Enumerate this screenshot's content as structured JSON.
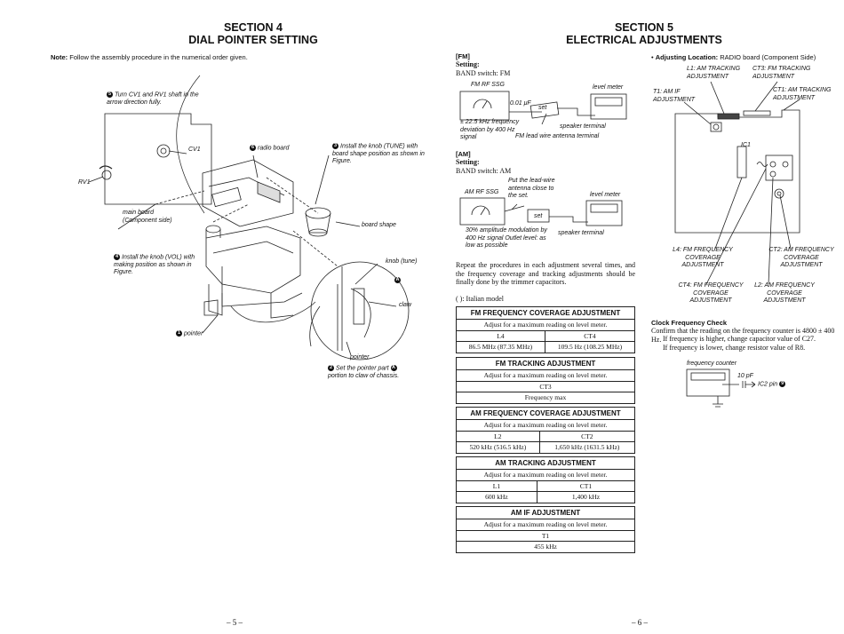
{
  "left": {
    "section": "SECTION  4",
    "title": "DIAL  POINTER  SETTING",
    "note_label": "Note:",
    "note_text": "Follow the assembly procedure in the numerical order given.",
    "callouts": {
      "step5_num": "5",
      "step5": "Turn CV1 and RV1 shaft in the arrow direction fully.",
      "cv1": "CV1",
      "rv1": "RV1",
      "step6_num": "6",
      "radio_board": "radio board",
      "step3_num": "3",
      "step3": "Install the knob (TUNE) with board shape position as shown in Figure.",
      "main_board": "main board (Component side)",
      "board_shape": "board shape",
      "step4_num": "4",
      "step4": "Install the knob (VOL) with making position as shown in Figure.",
      "knob_tune": "knob (tune)",
      "a_marker": "A",
      "claw": "claw",
      "step1_num": "1",
      "pointer1": "pointer",
      "pointer2": "pointer",
      "step2_num": "2",
      "step2a": "Set the pointer part",
      "step2_ref": "A",
      "step2b": "portion to claw of chassis."
    },
    "page": "– 5 –"
  },
  "right": {
    "section": "SECTION  5",
    "title": "ELECTRICAL  ADJUSTMENTS",
    "fm": {
      "head": "[FM]",
      "setting": "Setting:",
      "band": "BAND switch: FM",
      "ssg": "FM RF SSG",
      "cap": "0.01 μF",
      "set": "set",
      "meter": "level meter",
      "dev": "± 22.5 kHz frequency deviation by 400 Hz signal",
      "spk": "speaker terminal",
      "ant": "FM lead wire antenna terminal"
    },
    "am": {
      "head": "[AM]",
      "setting": "Setting:",
      "band": "BAND switch: AM",
      "ssg": "AM RF SSG",
      "put": "Put the lead-wire antenna close to the set.",
      "set": "set",
      "meter": "level meter",
      "mod": "30% amplitude modulation by 400 Hz signal Outlet level: as low as possible",
      "spk": "speaker terminal"
    },
    "repeat": "Repeat the procedures in each adjustment several times, and the frequency coverage and tracking adjustments should be finally done by the trimmer capacitors.",
    "italian": "(        ): Italian model",
    "tables": [
      {
        "title": "FM  FREQUENCY  COVERAGE  ADJUSTMENT",
        "adjust": "Adjust for a maximum reading on level meter.",
        "h1": "L4",
        "h2": "CT4",
        "v1": "86.5 MHz (87.35 MHz)",
        "v2": "109.5 Hz (108.25 MHz)"
      },
      {
        "title": "FM  TRACKING  ADJUSTMENT",
        "adjust": "Adjust for a maximum reading on level meter.",
        "h": "CT3",
        "v": "Frequency max"
      },
      {
        "title": "AM FREQUENCY  COVERAGE  ADJUSTMENT",
        "adjust": "Adjust for a maximum reading on level meter.",
        "h1": "L2",
        "h2": "CT2",
        "v1": "520 kHz (516.5 kHz)",
        "v2": "1,650 kHz  (1631.5 kHz)"
      },
      {
        "title": "AM  TRACKING  ADJUSTMENT",
        "adjust": "Adjust for a maximum reading on level meter.",
        "h1": "L1",
        "h2": "CT1",
        "v1": "600 kHz",
        "v2": "1,400 kHz"
      },
      {
        "title": "AM  IF  ADJUSTMENT",
        "adjust": "Adjust for a maximum reading on level meter.",
        "h": "T1",
        "v": "455 kHz"
      }
    ],
    "loc": {
      "bullet": "•",
      "label": "Adjusting Location:",
      "text": "RADIO board (Component Side)",
      "l1": "L1:  AM TRACKING ADJUSTMENT",
      "ct3": "CT3: FM TRACKING ADJUSTMENT",
      "t1": "T1:  AM IF ADJUSTMENT",
      "ct1": "CT1: AM TRACKING ADJUSTMENT",
      "ic1": "IC1",
      "l4": "L4:  FM FREQUENCY COVERAGE ADJUSTMENT",
      "ct2": "CT2:  AM FREQUENCY COVERAGE ADJUSTMENT",
      "ct4": "CT4:  FM FREQUENCY COVERAGE ADJUSTMENT",
      "l2": "L2:   AM FREQUENCY COVERAGE ADJUSTMENT"
    },
    "clock": {
      "head": "Clock Frequency Check",
      "l1": "Confirm that the reading on the frequency counter is 4800 ± 400 Hz.",
      "l2": "If frequency is higher, change capacitor value of C27.",
      "l3": "If frequency is lower, change resistor value of R8.",
      "counter": "frequency counter",
      "cap": "10 pF",
      "pin": "IC2 pin",
      "pin_num": "9"
    },
    "page": "– 6 –"
  }
}
